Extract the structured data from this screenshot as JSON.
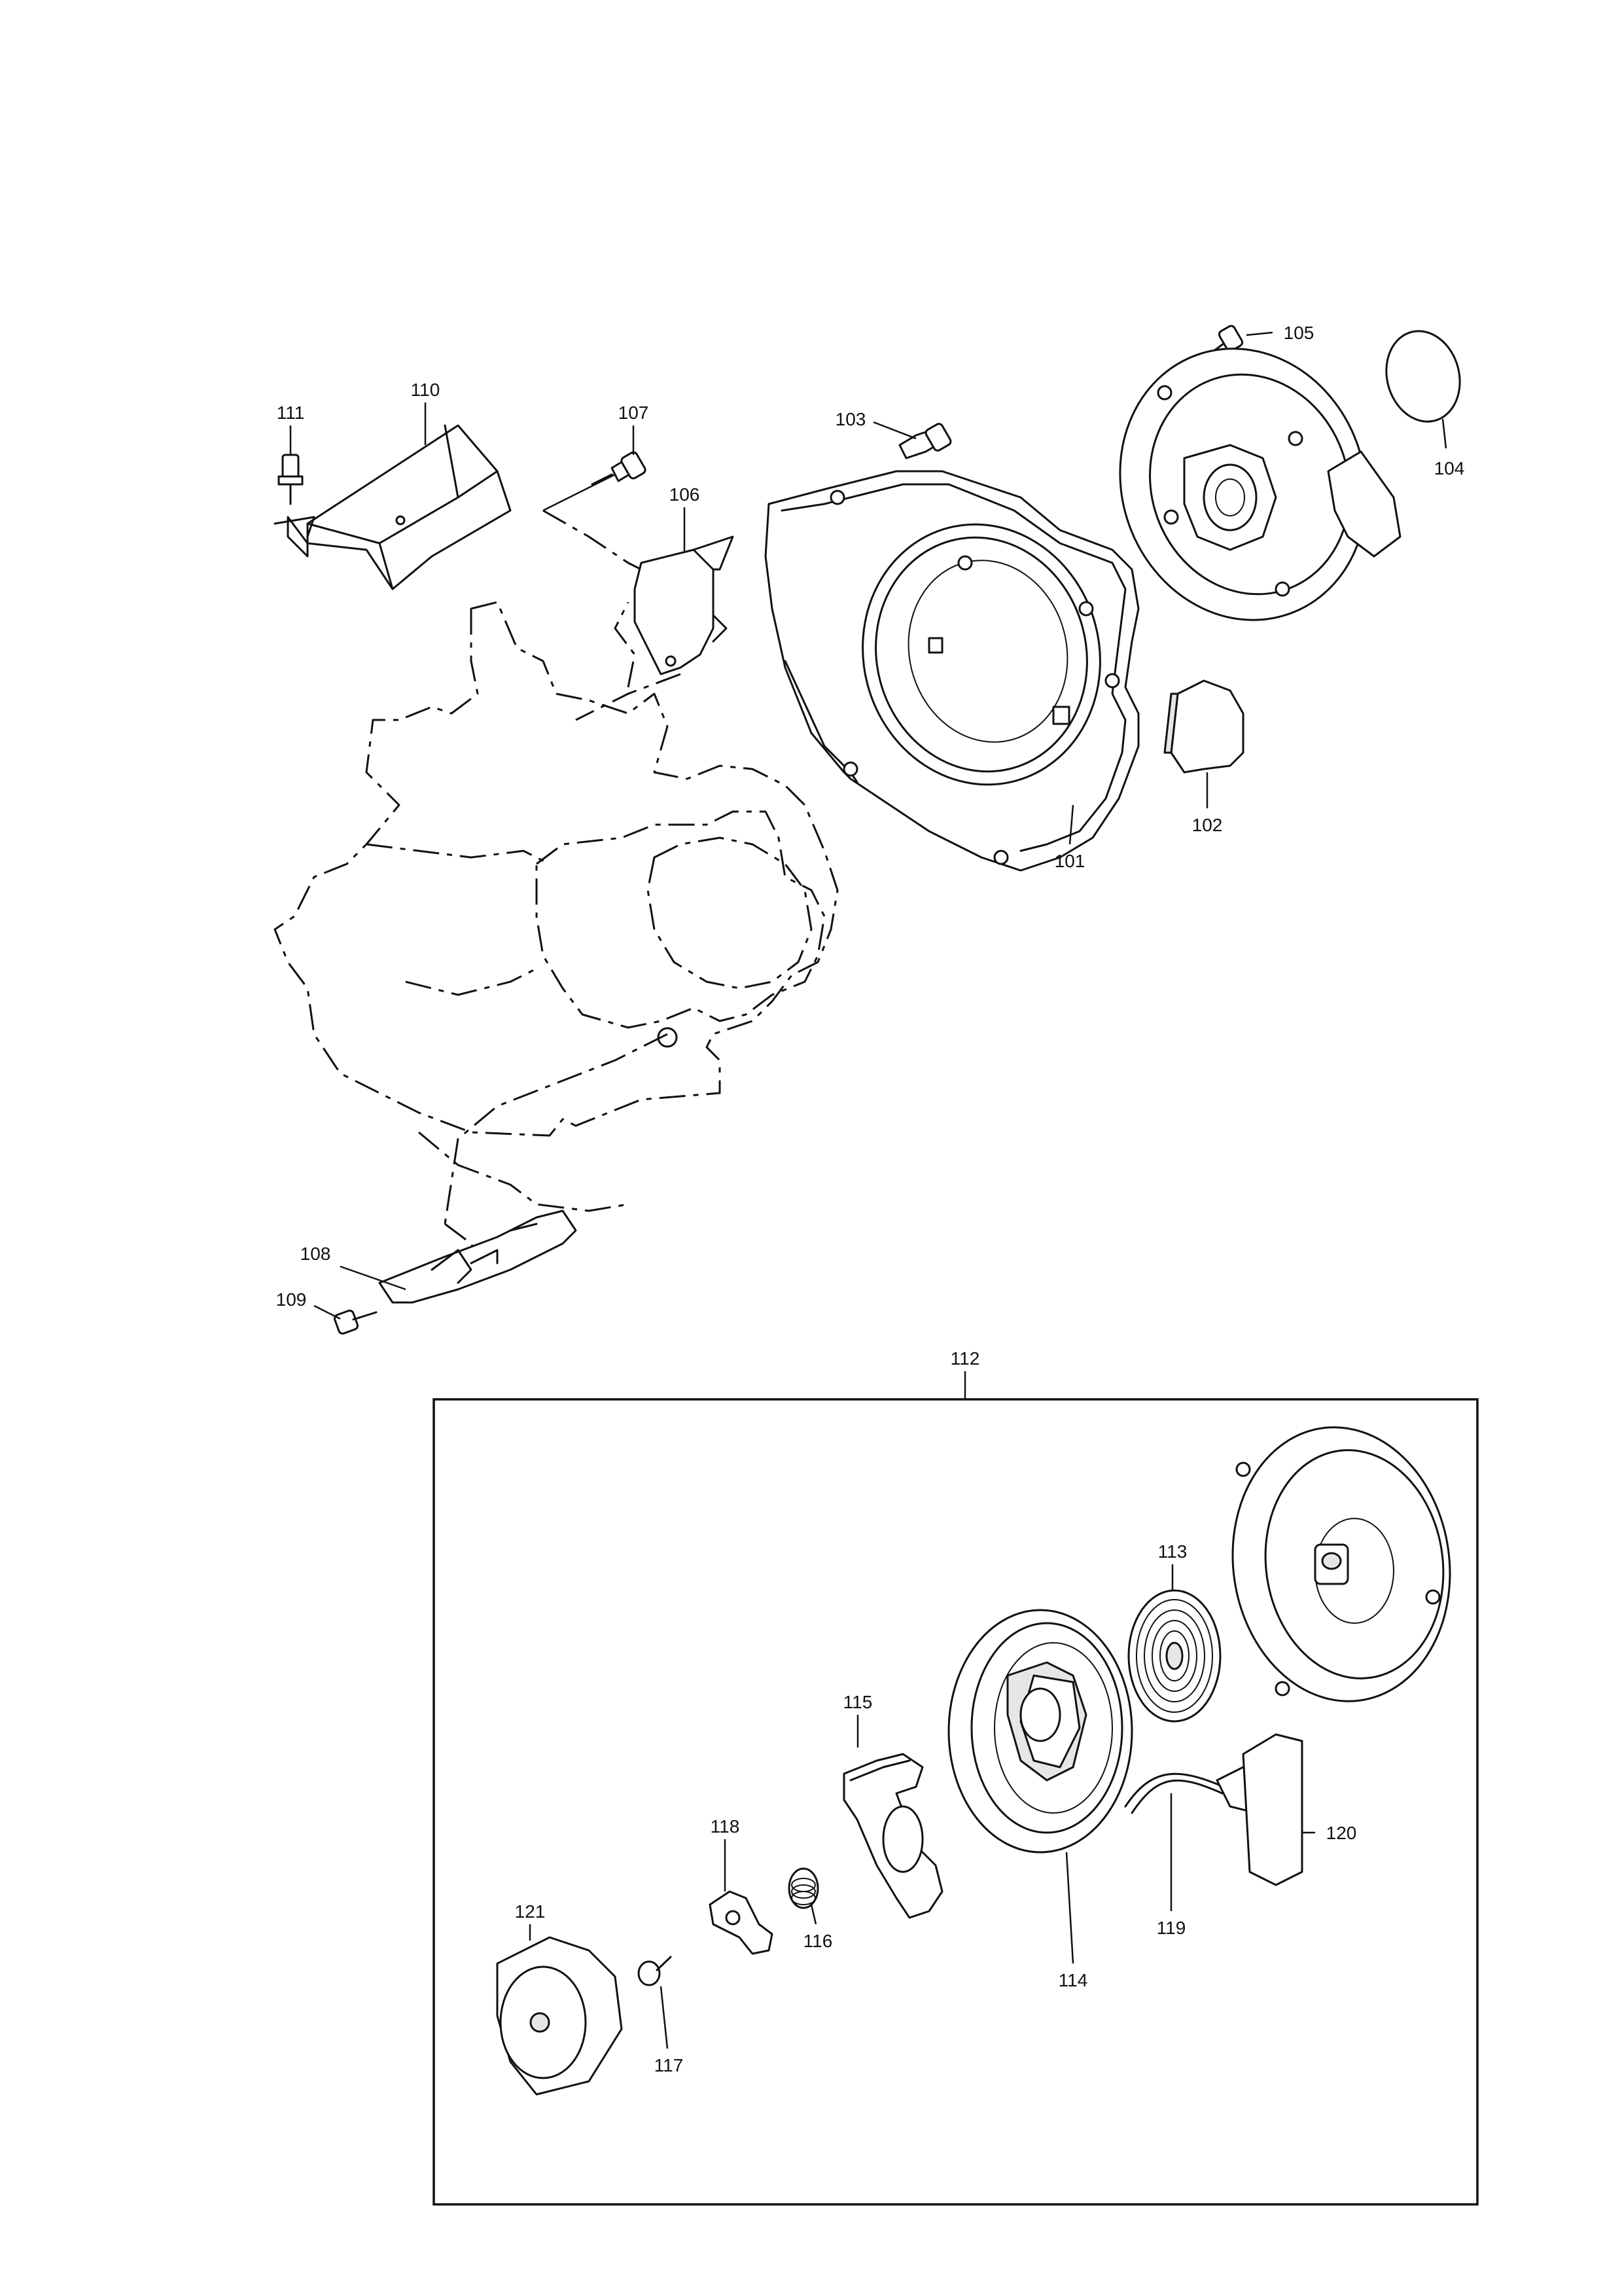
{
  "diagram": {
    "type": "exploded-parts-diagram",
    "parts": [
      {
        "label": "101",
        "name": "fan-housing"
      },
      {
        "label": "102",
        "name": "cover-plate"
      },
      {
        "label": "103",
        "name": "bolt"
      },
      {
        "label": "104",
        "name": "disc"
      },
      {
        "label": "105",
        "name": "bolt"
      },
      {
        "label": "106",
        "name": "bracket"
      },
      {
        "label": "107",
        "name": "bolt"
      },
      {
        "label": "108",
        "name": "bracket"
      },
      {
        "label": "109",
        "name": "bolt"
      },
      {
        "label": "110",
        "name": "shroud"
      },
      {
        "label": "111",
        "name": "bolt"
      },
      {
        "label": "112",
        "name": "recoil-starter-assembly"
      },
      {
        "label": "113",
        "name": "spiral-spring"
      },
      {
        "label": "114",
        "name": "reel"
      },
      {
        "label": "115",
        "name": "ratchet"
      },
      {
        "label": "116",
        "name": "spring"
      },
      {
        "label": "117",
        "name": "screw"
      },
      {
        "label": "118",
        "name": "ratchet-guide"
      },
      {
        "label": "119",
        "name": "starter-rope"
      },
      {
        "label": "120",
        "name": "starter-grip"
      },
      {
        "label": "121",
        "name": "starter-pulley"
      }
    ]
  }
}
